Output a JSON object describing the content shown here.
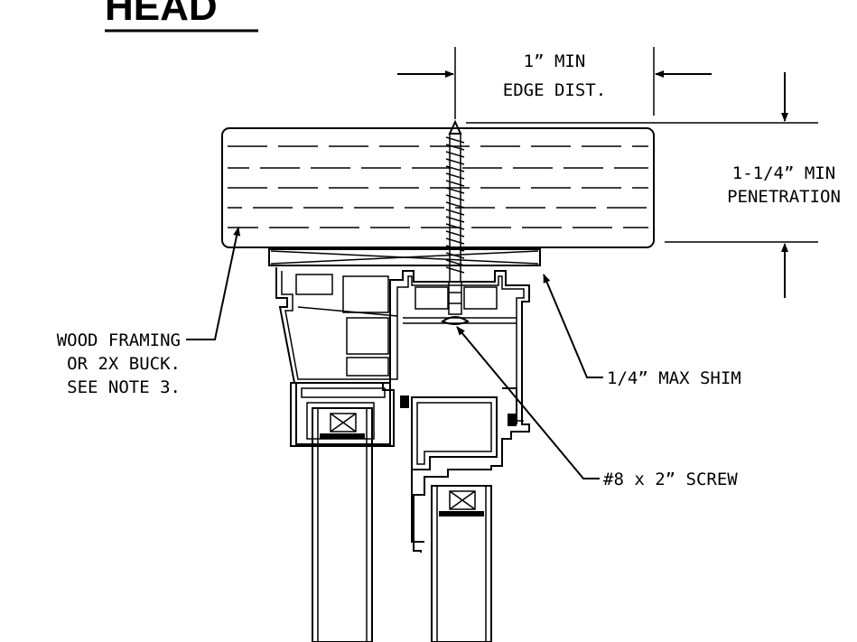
{
  "title": "HEAD",
  "dimensions": {
    "edge_distance": [
      "1” MIN",
      "EDGE DIST."
    ],
    "penetration": [
      "1-1/4” MIN",
      "PENETRATION"
    ]
  },
  "callouts": {
    "wood_framing": [
      "WOOD FRAMING",
      "OR 2X BUCK.",
      "SEE NOTE 3."
    ],
    "shim": "1/4” MAX SHIM",
    "screw": "#8 x 2” SCREW"
  }
}
